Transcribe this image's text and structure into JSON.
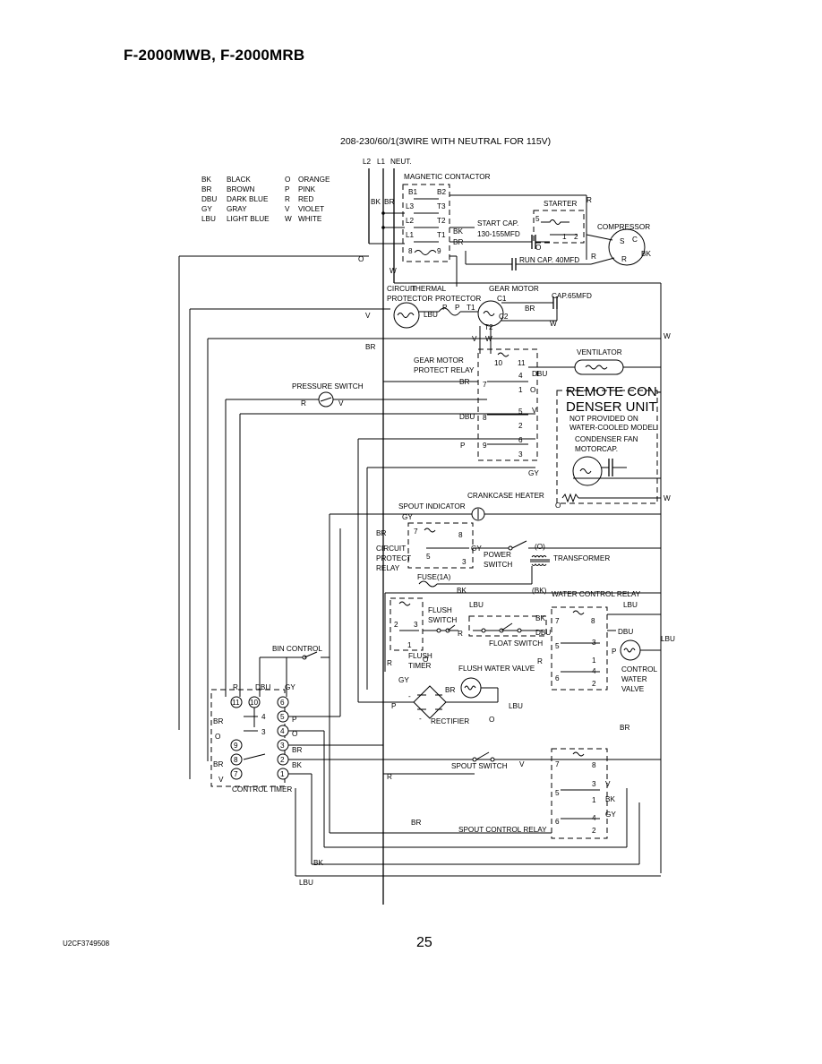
{
  "page": {
    "title": "F-2000MWB, F-2000MRB",
    "footer_code": "U2CF3749508",
    "page_number": "25"
  },
  "supply": {
    "label": "208-230/60/1(3WIRE WITH NEUTRAL FOR 115V)",
    "lines": [
      "L2",
      "L1",
      "NEUT."
    ]
  },
  "legend": [
    {
      "code": "BK",
      "name": "BLACK"
    },
    {
      "code": "BR",
      "name": "BROWN"
    },
    {
      "code": "DBU",
      "name": "DARK BLUE"
    },
    {
      "code": "GY",
      "name": "GRAY"
    },
    {
      "code": "LBU",
      "name": "LIGHT BLUE"
    },
    {
      "code": "O",
      "name": "ORANGE"
    },
    {
      "code": "P",
      "name": "PINK"
    },
    {
      "code": "R",
      "name": "RED"
    },
    {
      "code": "V",
      "name": "VIOLET"
    },
    {
      "code": "W",
      "name": "WHITE"
    }
  ],
  "components": {
    "magnetic_contactor": "MAGNETIC CONTACTOR",
    "starter": "STARTER",
    "start_cap": "START CAP.",
    "start_cap_value": "130-155MFD",
    "compressor": "COMPRESSOR",
    "run_cap": "RUN CAP. 40MFD",
    "circuit_protector_1": "CIRCUIT",
    "circuit_protector_2": "PROTECTOR",
    "thermal_protector_1": "THERMAL",
    "thermal_protector_2": "PROTECTOR",
    "gear_motor": "GEAR MOTOR",
    "cap_65": "CAP.65MFD",
    "gear_motor_relay_1": "GEAR MOTOR",
    "gear_motor_relay_2": "PROTECT RELAY",
    "ventilator": "VENTILATOR",
    "pressure_switch": "PRESSURE SWITCH",
    "remote_1": "REMOTE CON-",
    "remote_2": "DENSER UNIT",
    "remote_note_1": "NOT PROVIDED ON",
    "remote_note_2": "WATER-COOLED MODEL",
    "condenser_fan": "CONDENSER FAN",
    "motor": "MOTOR",
    "cap": "CAP.",
    "crankcase_heater": "CRANKCASE HEATER",
    "spout_indicator": "SPOUT INDICATOR",
    "circuit_protect_relay_1": "CIRCUIT",
    "circuit_protect_relay_2": "PROTECT",
    "circuit_protect_relay_3": "RELAY",
    "power_switch_1": "POWER",
    "power_switch_2": "SWITCH",
    "transformer": "TRANSFORMER",
    "fuse": "FUSE(1A)",
    "water_control_relay": "WATER CONTROL RELAY",
    "flush_switch_1": "FLUSH",
    "flush_switch_2": "SWITCH",
    "float_switch": "FLOAT SWITCH",
    "flush_timer_1": "FLUSH",
    "flush_timer_2": "TIMER",
    "flush_water_valve": "FLUSH WATER VALVE",
    "control_water_valve_1": "CONTROL",
    "control_water_valve_2": "WATER",
    "control_water_valve_3": "VALVE",
    "bin_control": "BIN CONTROL",
    "rectifier": "RECTIFIER",
    "control_timer": "CONTROL TIMER",
    "spout_switch": "SPOUT SWITCH",
    "spout_control_relay": "SPOUT CONTROL RELAY"
  },
  "contactor_terminals": [
    "B1",
    "B2",
    "L3",
    "T3",
    "L2",
    "T2",
    "L1",
    "T1",
    "8",
    "9"
  ],
  "relay_terminals": {
    "gear_motor_relay": [
      "10",
      "11",
      "4",
      "7",
      "1",
      "8",
      "5",
      "2",
      "6",
      "9",
      "3"
    ],
    "circuit_protect_relay": [
      "7",
      "8",
      "5",
      "3"
    ],
    "water_control_relay": [
      "7",
      "8",
      "5",
      "3",
      "1",
      "6",
      "4",
      "2"
    ],
    "spout_control_relay": [
      "7",
      "8",
      "5",
      "3",
      "1",
      "6",
      "4",
      "2"
    ],
    "flush_timer": [
      "2",
      "3",
      "1"
    ],
    "starter": [
      "5",
      "1",
      "2"
    ],
    "compressor": [
      "S",
      "C",
      "R"
    ],
    "gear_motor_leads": [
      "P",
      "P",
      "T1",
      "C1",
      "C2",
      "T2"
    ]
  },
  "timer_terminals": [
    "11",
    "10",
    "6",
    "5",
    "4",
    "3",
    "2",
    "1",
    "9",
    "8",
    "7",
    "4",
    "3"
  ],
  "wire_labels": {
    "BK": "BK",
    "BR": "BR",
    "R": "R",
    "O": "O",
    "W": "W",
    "V": "V",
    "P": "P",
    "GY": "GY",
    "DBU": "DBU",
    "LBU": "LBU",
    "O_paren": "(O)",
    "BK_paren": "(BK)",
    "I": "I",
    "minus": "-"
  }
}
